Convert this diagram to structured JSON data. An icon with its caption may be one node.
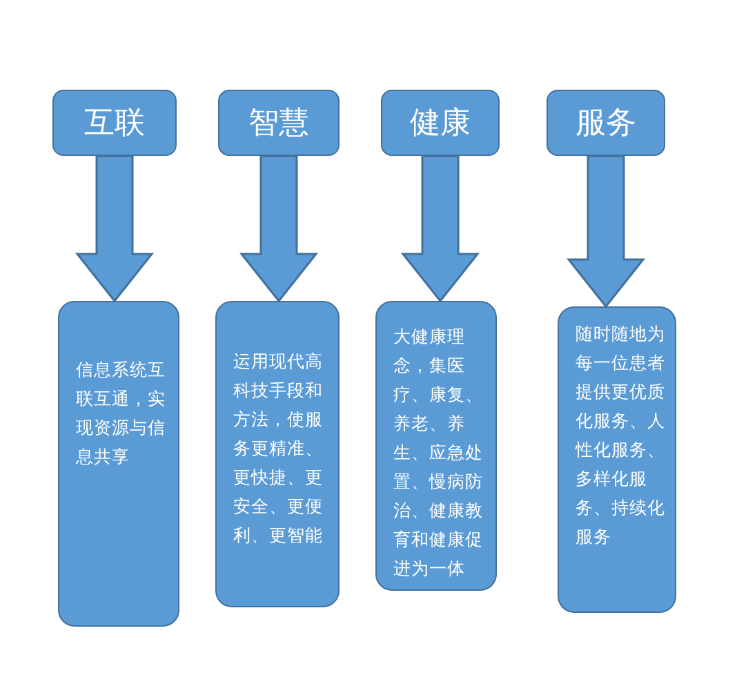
{
  "diagram": {
    "nodes": [
      {
        "text": [
          "互联"
        ]
      },
      {
        "text": [
          "智慧"
        ]
      },
      {
        "text": [
          "健康"
        ]
      },
      {
        "text": [
          "服务"
        ]
      },
      {
        "text": [
          "信息系统互联互通，实现资源与信息共享"
        ]
      },
      {
        "text": [
          "运用现代高科技手段和方法，使服务更精准、更快捷、更安全、更便利、更智能"
        ]
      },
      {
        "text": [
          "大健康理念，集医疗、康复、养老、养生、应急处置、慢病防治、健康教育和健康促进为一体"
        ]
      },
      {
        "text": [
          "随时随地为每一位患者提供更优质化服务、人性化服务、多样化服务、持续化服务"
        ]
      }
    ],
    "edges": [
      {
        "from": 0,
        "to": 4,
        "arrow": "to"
      },
      {
        "from": 1,
        "to": 5,
        "arrow": "to"
      },
      {
        "from": 2,
        "to": 6,
        "arrow": "to"
      },
      {
        "from": 3,
        "to": 7,
        "arrow": "to"
      }
    ]
  }
}
